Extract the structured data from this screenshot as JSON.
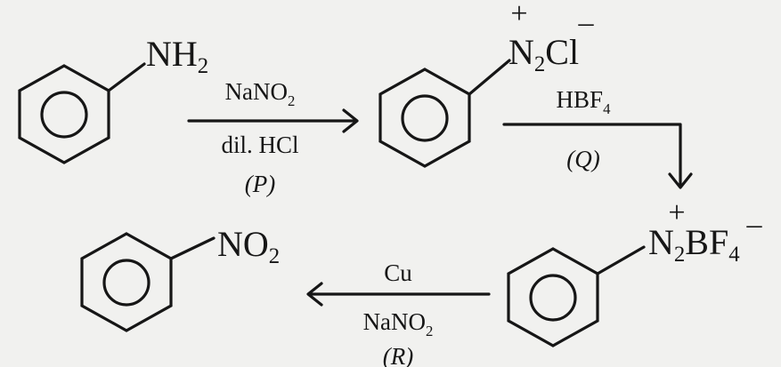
{
  "compounds": {
    "aniline": {
      "group": "NH",
      "group_sub": "2"
    },
    "benzenediazonium_chloride": {
      "charge_pos": "+",
      "n": "N",
      "n_sub": "2",
      "anion": "Cl",
      "charge_neg": "–"
    },
    "benzenediazonium_tetrafluoroborate": {
      "charge_pos": "+",
      "n": "N",
      "n_sub": "2",
      "anion": "BF",
      "anion_sub": "4",
      "charge_neg": "–"
    },
    "nitrobenzene": {
      "group": "NO",
      "group_sub": "2"
    }
  },
  "steps": {
    "P": {
      "above": "NaNO",
      "above_sub": "2",
      "below": "dil. HCl",
      "label": "(P)"
    },
    "Q": {
      "above": "HBF",
      "above_sub": "4",
      "label": "(Q)"
    },
    "R": {
      "above": "Cu",
      "below": "NaNO",
      "below_sub": "2",
      "label": "(R)"
    }
  }
}
